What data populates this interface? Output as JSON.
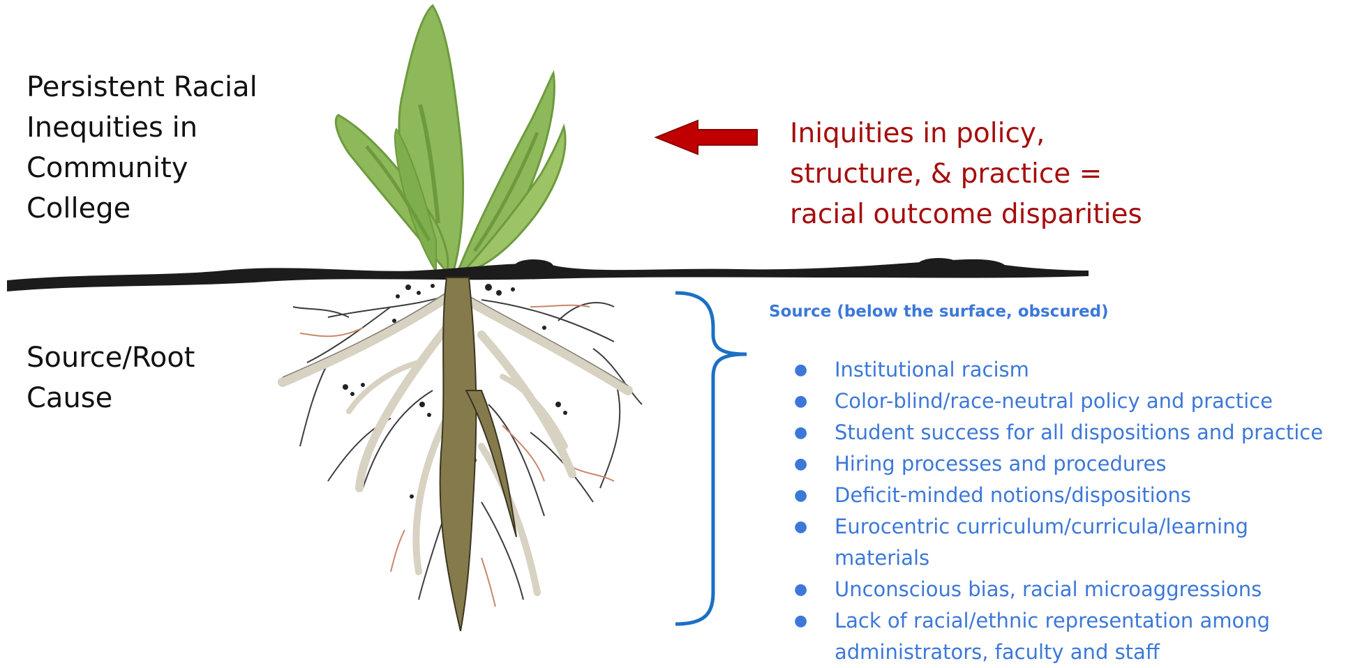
{
  "labels": {
    "surface": "Persistent Racial\nInequities in\nCommunity\nCollege",
    "root": "Source/Root\nCause"
  },
  "effect": {
    "text": "Iniquities in policy,\nstructure, & practice =\nracial outcome disparities",
    "color": "#a50d0d"
  },
  "source": {
    "heading": "Source (below the surface, obscured)",
    "color": "#3c78d8",
    "bullet": "●",
    "items": [
      "Institutional racism",
      "Color-blind/race-neutral policy and practice",
      "Student success for all dispositions and practice",
      "Hiring processes and procedures",
      "Deficit-minded notions/dispositions",
      "Eurocentric curriculum/curricula/learning materials",
      "Unconscious bias, racial microaggressions",
      "Lack of racial/ethnic representation among administrators, faculty and staff"
    ]
  },
  "icons": {
    "plant": "plant-with-roots-illustration",
    "arrow": "left-arrow-icon",
    "brace": "curly-brace-icon"
  },
  "colors": {
    "leaf": "#8db95a",
    "leaf_dark": "#6e9a3e",
    "soil": "#1c1c1c",
    "root_main": "#857a4c",
    "root_light": "#d8d2c2",
    "root_red": "#c8876a",
    "arrow": "#c00000",
    "brace": "#1c6fc4"
  }
}
